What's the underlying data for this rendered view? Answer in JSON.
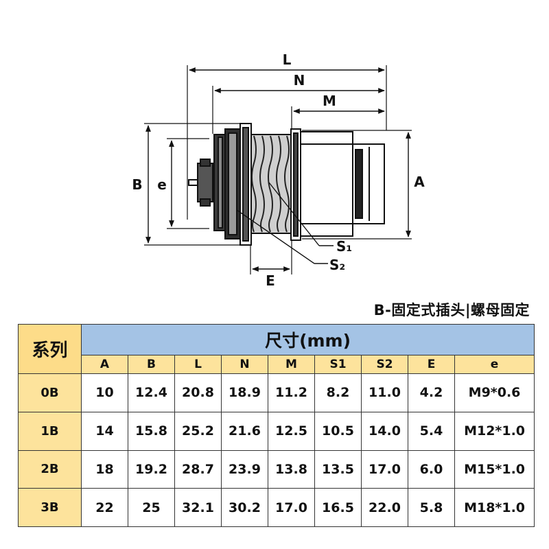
{
  "drawing": {
    "labels": {
      "L": "L",
      "N": "N",
      "M": "M",
      "A": "A",
      "B": "B",
      "e": "e",
      "E": "E",
      "S1": "S₁",
      "S2": "S₂"
    }
  },
  "caption": "B-固定式插头|螺母固定",
  "table": {
    "series_header": "系列",
    "size_header": "尺寸(mm)",
    "columns": [
      "A",
      "B",
      "L",
      "N",
      "M",
      "S1",
      "S2",
      "E",
      "e"
    ],
    "rows": [
      {
        "series": "0B",
        "values": [
          "10",
          "12.4",
          "20.8",
          "18.9",
          "11.2",
          "8.2",
          "11.0",
          "4.2",
          "M9*0.6"
        ]
      },
      {
        "series": "1B",
        "values": [
          "14",
          "15.8",
          "25.2",
          "21.6",
          "12.5",
          "10.5",
          "14.0",
          "5.4",
          "M12*1.0"
        ]
      },
      {
        "series": "2B",
        "values": [
          "18",
          "19.2",
          "28.7",
          "23.9",
          "13.8",
          "13.5",
          "17.0",
          "6.0",
          "M15*1.0"
        ]
      },
      {
        "series": "3B",
        "values": [
          "22",
          "25",
          "32.1",
          "30.2",
          "17.0",
          "16.5",
          "22.0",
          "5.8",
          "M18*1.0"
        ]
      }
    ]
  }
}
